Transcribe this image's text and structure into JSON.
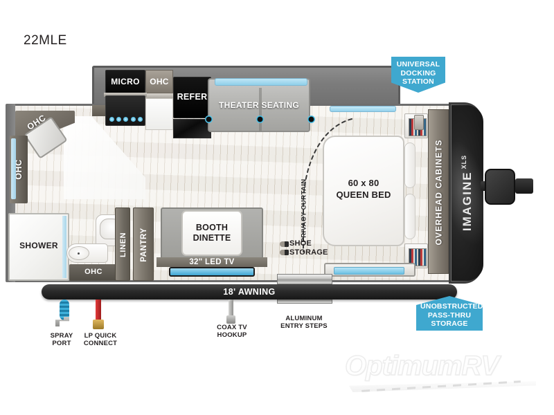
{
  "model": {
    "name": "22MLE"
  },
  "brand": {
    "name": "IMAGINE",
    "sub": "XLS",
    "dealer": "OptimumRV"
  },
  "kitchen": {
    "microwave": "MICRO",
    "overhead_cabinet": "OHC",
    "refrigerator": "REFER"
  },
  "living": {
    "theater_seating": "THEATER SEATING",
    "booth_dinette": "BOOTH\nDINETTE",
    "booth_dinette_line1": "BOOTH",
    "booth_dinette_line2": "DINETTE",
    "tv": "32\" LED TV",
    "pantry": "PANTRY"
  },
  "bath": {
    "shower": "SHOWER",
    "linen": "LINEN",
    "ohc_lower": "OHC",
    "ohc_diagonal": "OHC",
    "ohc_vertical": "OHC"
  },
  "bedroom": {
    "bed_size": "60 x 80",
    "bed_type": "QUEEN BED",
    "overhead_cabinets": "OVERHEAD CABINETS",
    "privacy_curtain": "PRIVACY CURTAIN",
    "shoe_storage_line1": "SHOE",
    "shoe_storage_line2": "STORAGE"
  },
  "exterior": {
    "awning": "18' AWNING",
    "spray_port_line1": "SPRAY",
    "spray_port_line2": "PORT",
    "lp_quick_connect_line1": "LP QUICK",
    "lp_quick_connect_line2": "CONNECT",
    "coax_line1": "COAX TV",
    "coax_line2": "HOOKUP",
    "entry_steps_line1": "ALUMINUM",
    "entry_steps_line2": "ENTRY STEPS"
  },
  "callouts": {
    "docking_line1": "UNIVERSAL",
    "docking_line2": "DOCKING",
    "docking_line3": "STATION",
    "storage_line1": "UNOBSTRUCTED",
    "storage_line2": "PASS-THRU",
    "storage_line3": "STORAGE"
  },
  "colors": {
    "callout_blue": "#3fa8cf",
    "floor": "#e8e2d8",
    "exterior_dark": "#1a1a1a",
    "cabinet_brown": "#7b756b"
  }
}
